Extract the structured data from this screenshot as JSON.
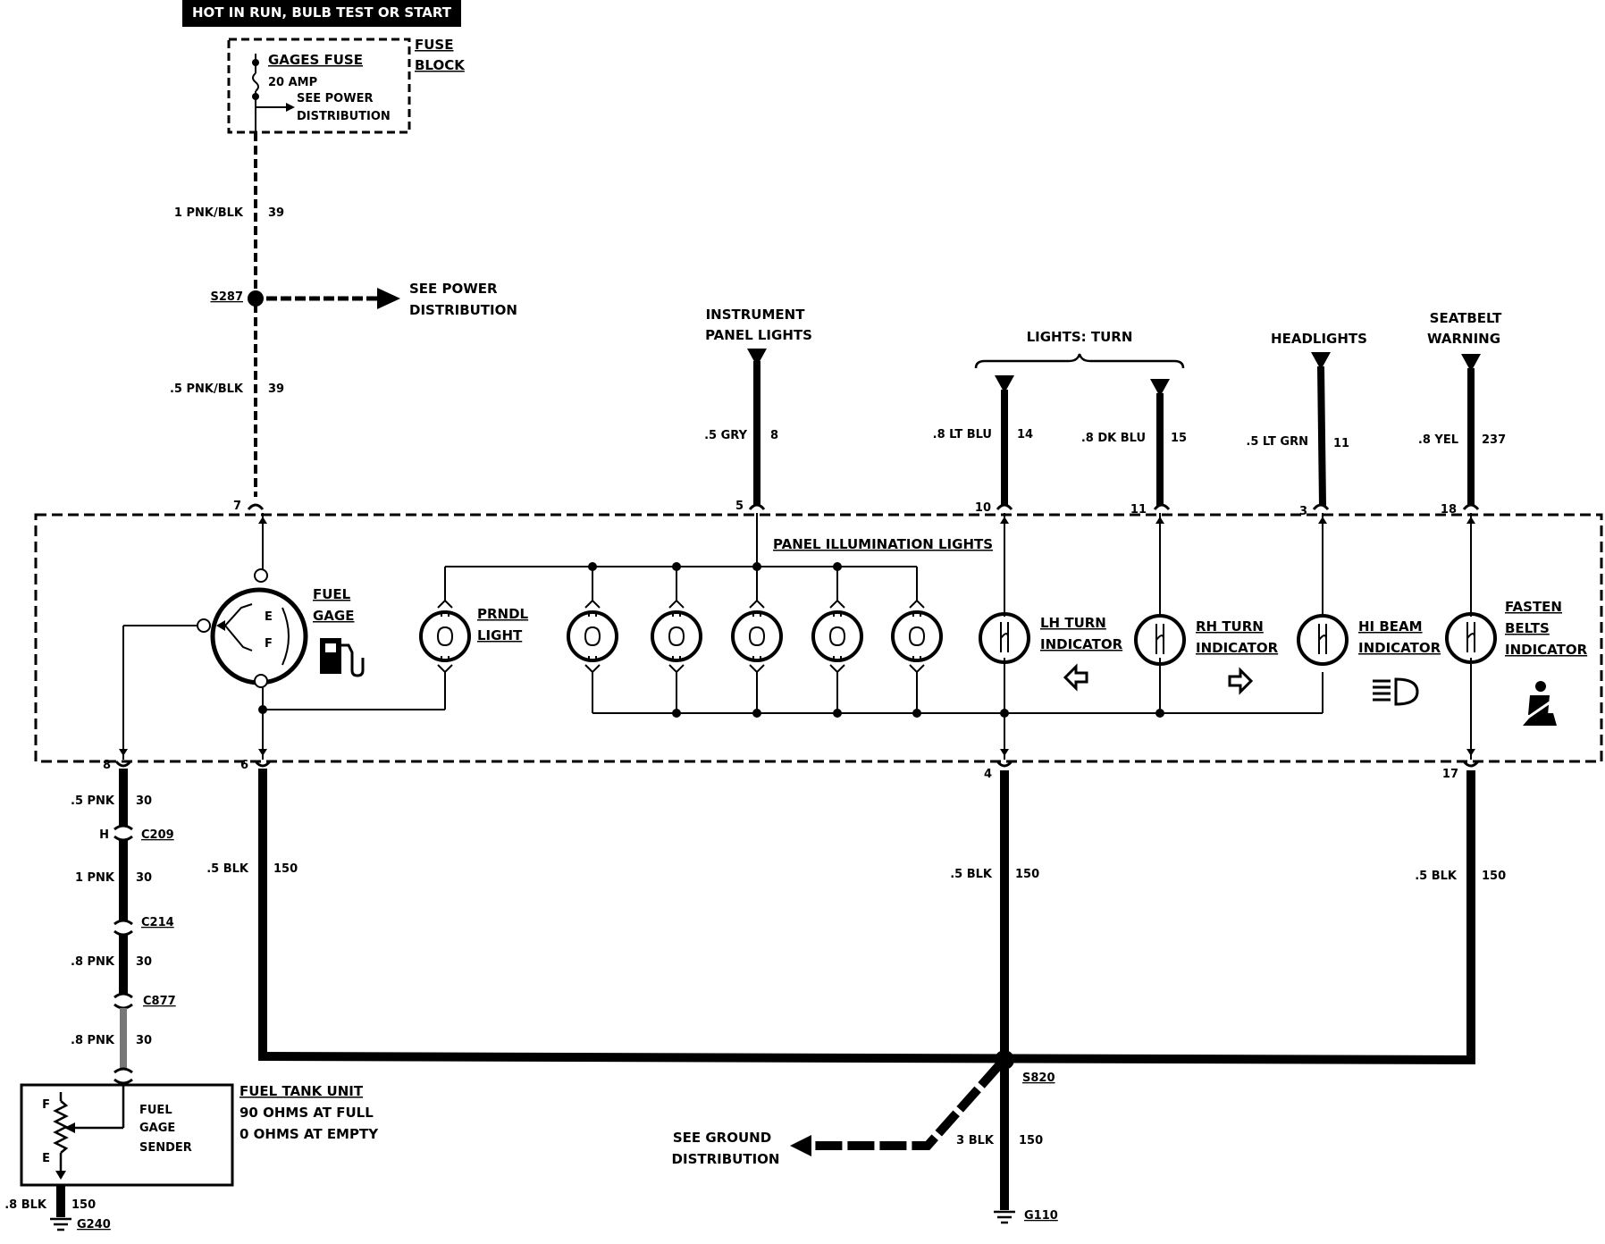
{
  "header": {
    "power_label": "HOT IN RUN, BULB TEST OR START"
  },
  "fuse_block": {
    "fuse_name": "GAGES FUSE",
    "fuse_rating": "20 AMP",
    "see_power_1": "SEE POWER",
    "see_power_2": "DISTRIBUTION",
    "block_label_1": "FUSE",
    "block_label_2": "BLOCK"
  },
  "wires": {
    "top_1": {
      "size_color": "1 PNK/BLK",
      "circuit": "39"
    },
    "top_2": {
      "size_color": ".5 PNK/BLK",
      "circuit": "39"
    },
    "gry": {
      "size_color": ".5 GRY",
      "circuit": "8"
    },
    "lt_blu": {
      "size_color": ".8 LT BLU",
      "circuit": "14"
    },
    "dk_blu": {
      "size_color": ".8 DK BLU",
      "circuit": "15"
    },
    "lt_grn": {
      "size_color": ".5 LT GRN",
      "circuit": "11"
    },
    "yel": {
      "size_color": ".8 YEL",
      "circuit": "237"
    },
    "pnk_1": {
      "size_color": ".5 PNK",
      "circuit": "30"
    },
    "pnk_2": {
      "size_color": "1 PNK",
      "circuit": "30"
    },
    "pnk_3": {
      "size_color": ".8 PNK",
      "circuit": "30"
    },
    "pnk_4": {
      "size_color": ".8 PNK",
      "circuit": "30"
    },
    "blk_left": {
      "size_color": ".5 BLK",
      "circuit": "150"
    },
    "blk_mid": {
      "size_color": ".5 BLK",
      "circuit": "150"
    },
    "blk_right": {
      "size_color": ".5 BLK",
      "circuit": "150"
    },
    "blk_ground": {
      "size_color": "3 BLK",
      "circuit": "150"
    },
    "blk_sender": {
      "size_color": ".8 BLK",
      "circuit": "150"
    }
  },
  "splices": {
    "s287": "S287",
    "s287_see_1": "SEE POWER",
    "s287_see_2": "DISTRIBUTION",
    "s820": "S820"
  },
  "destinations": {
    "ipl_1": "INSTRUMENT",
    "ipl_2": "PANEL LIGHTS",
    "turn": "LIGHTS: TURN",
    "headlights": "HEADLIGHTS",
    "seatbelt_1": "SEATBELT",
    "seatbelt_2": "WARNING"
  },
  "pins": {
    "p7": "7",
    "p5": "5",
    "p10": "10",
    "p11": "11",
    "p3": "3",
    "p18": "18",
    "p8": "8",
    "p6": "6",
    "p4": "4",
    "p17": "17"
  },
  "connectors": {
    "h": "H",
    "c209": "C209",
    "c214": "C214",
    "c877": "C877"
  },
  "cluster": {
    "panel_illumination": "PANEL ILLUMINATION LIGHTS",
    "fuel_gage_1": "FUEL",
    "fuel_gage_2": "GAGE",
    "gage_e": "E",
    "gage_f": "F",
    "prndl_1": "PRNDL",
    "prndl_2": "LIGHT",
    "lh_1": "LH TURN",
    "lh_2": "INDICATOR",
    "rh_1": "RH TURN",
    "rh_2": "INDICATOR",
    "hi_1": "HI BEAM",
    "hi_2": "INDICATOR",
    "fb_1": "FASTEN",
    "fb_2": "BELTS",
    "fb_3": "INDICATOR"
  },
  "sender": {
    "f": "F",
    "e": "E",
    "label_1": "FUEL",
    "label_2": "GAGE",
    "label_3": "SENDER",
    "unit_1": "FUEL TANK UNIT",
    "unit_2": "90 OHMS AT FULL",
    "unit_3": "0 OHMS AT EMPTY"
  },
  "grounds": {
    "g240": "G240",
    "g110": "G110",
    "see_ground_1": "SEE GROUND",
    "see_ground_2": "DISTRIBUTION"
  },
  "icons": [
    "fuel-pump-icon",
    "left-arrow-icon",
    "right-arrow-icon",
    "headlight-icon",
    "seatbelt-icon"
  ]
}
